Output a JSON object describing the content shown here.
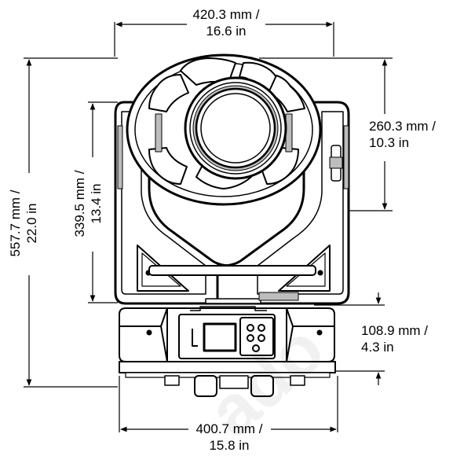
{
  "dimensions": {
    "top_width": {
      "line1": "420.3 mm /",
      "line2": "16.6 in"
    },
    "head_height": {
      "line1": "260.3 mm /",
      "line2": "10.3 in"
    },
    "yoke_height": {
      "line1": "339.5 mm /",
      "line2": "13.4 in"
    },
    "total_height": {
      "line1": "557.7 mm /",
      "line2": "22.0 in"
    },
    "base_height": {
      "line1": "108.9 mm /",
      "line2": "4.3 in"
    },
    "base_width": {
      "line1": "400.7 mm /",
      "line2": "15.8 in"
    }
  },
  "colors": {
    "line": "#000000",
    "fill": "#ffffff",
    "shade": "#bdbdbd",
    "watermark": "#000000"
  }
}
